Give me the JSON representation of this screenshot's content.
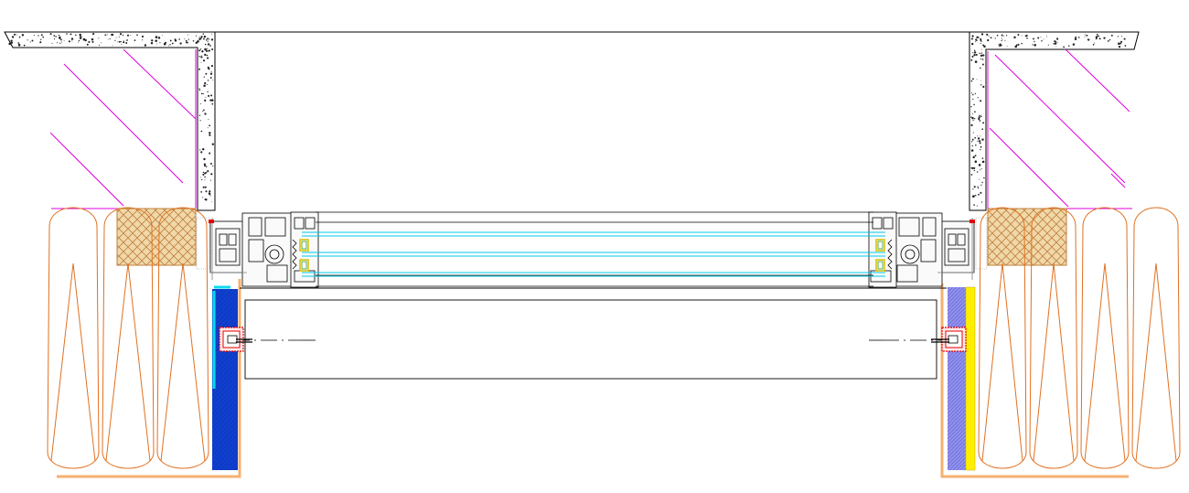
{
  "drawing": {
    "kind": "window-section-detail",
    "components": [
      "concrete-lintel-left",
      "concrete-lintel-right",
      "masonry-hatch-left",
      "masonry-hatch-right",
      "wood-crosshatch-left",
      "wood-crosshatch-right",
      "mineral-wool-insulation-left",
      "mineral-wool-insulation-right",
      "window-frame-profile-left",
      "window-frame-profile-right",
      "glazing-unit",
      "roller-shutter-box",
      "shutter-guide-left",
      "shutter-guide-right",
      "blue-board-left",
      "purple-board-right",
      "yellow-strip-right"
    ]
  },
  "colors": {
    "background": "#ffffff",
    "lines": "#000000",
    "concrete_dots": "#222222",
    "magenta": "#e000e0",
    "orange_insulation": "#e07020",
    "wood_hatch": "#c08040",
    "wood_fill": "#f0d8a8",
    "glass_cyan": "#00c8e8",
    "spacer_yellow": "#d8c000",
    "spacer_green": "#30a030",
    "blue_board": "#1040d0",
    "cyan_edge": "#00ddee",
    "purple_board": "#9090ee",
    "yellow_strip": "#ffee00",
    "red_guide": "#e00000",
    "base_strip": "#f4b070",
    "profile_gray": "#808080"
  }
}
